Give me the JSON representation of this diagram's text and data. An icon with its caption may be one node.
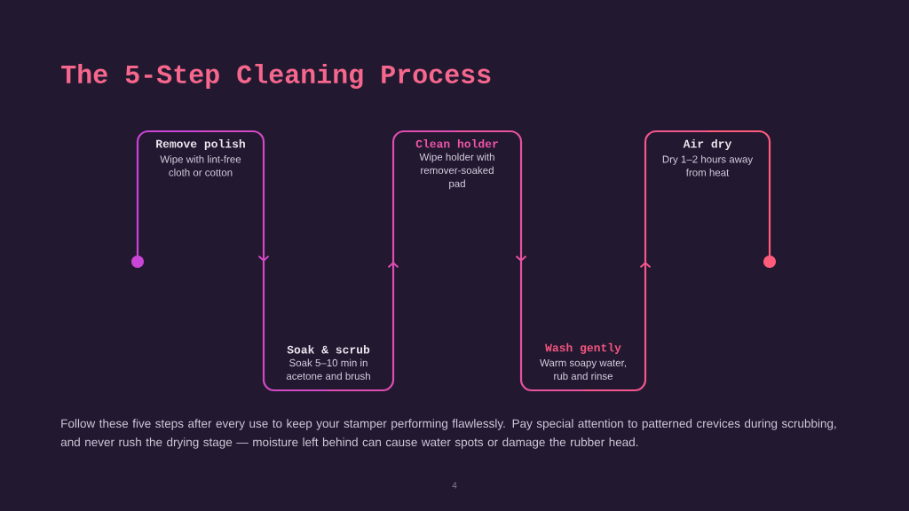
{
  "diagram": {
    "title": "The 5-Step Cleaning Process",
    "caption": "Follow these five steps after every use to keep your stamper performing flawlessly. Pay special attention to patterned crevices during scrubbing, and never rush the drying stage — moisture left behind can cause water spots or damage the rubber head.",
    "nodes": [
      {
        "text": [],
        "shape": "circle"
      },
      {
        "text": [
          "Remove polish",
          "Wipe with lint-free cloth or cotton"
        ]
      },
      {
        "text": [
          "Soak & scrub",
          "Soak 5–10 min in acetone and brush"
        ]
      },
      {
        "text": [
          "Clean holder",
          "Wipe holder with remover-soaked pad"
        ]
      },
      {
        "text": [
          "Wash gently",
          "Warm soapy water, rub and rinse"
        ]
      },
      {
        "text": [
          "Air dry",
          "Dry 1–2 hours away from heat"
        ]
      },
      {
        "text": [],
        "shape": "circle"
      }
    ],
    "edges": [
      {
        "from": 0,
        "to": 1,
        "arrow": "none"
      },
      {
        "from": 1,
        "to": 2,
        "arrow": "to"
      },
      {
        "from": 2,
        "to": 3,
        "arrow": "to"
      },
      {
        "from": 3,
        "to": 4,
        "arrow": "to"
      },
      {
        "from": 4,
        "to": 5,
        "arrow": "to"
      },
      {
        "from": 5,
        "to": 6,
        "arrow": "none"
      }
    ],
    "labels": [
      "4"
    ]
  }
}
